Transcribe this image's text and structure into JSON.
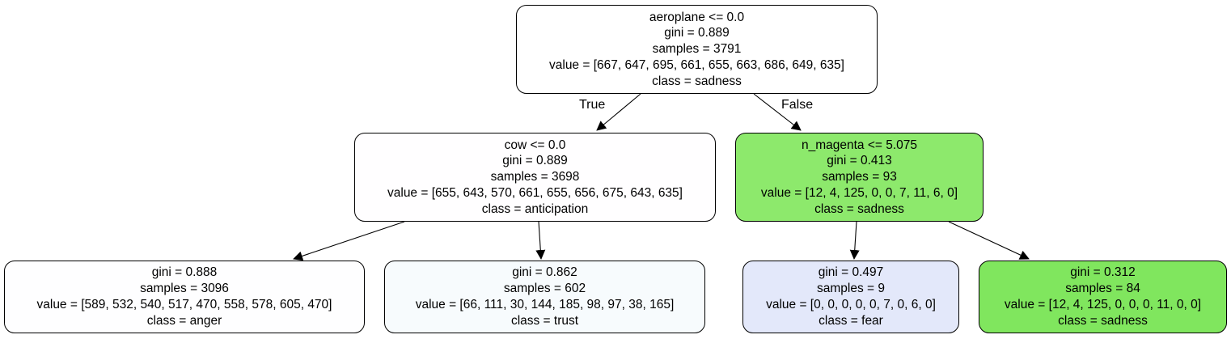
{
  "tree": {
    "nodes": {
      "root": {
        "lines": [
          "aeroplane <= 0.0",
          "gini = 0.889",
          "samples = 3791",
          "value = [667, 647, 695, 661, 655, 663, 686, 649, 635]",
          "class = sadness"
        ],
        "fill": "#ffffff"
      },
      "left": {
        "lines": [
          "cow <= 0.0",
          "gini = 0.889",
          "samples = 3698",
          "value = [655, 643, 570, 661, 655, 656, 675, 643, 635]",
          "class = anticipation"
        ],
        "fill": "#fffeff"
      },
      "right": {
        "lines": [
          "n_magenta <= 5.075",
          "gini = 0.413",
          "samples = 93",
          "value = [12, 4, 125, 0, 0, 7, 11, 6, 0]",
          "class = sadness"
        ],
        "fill": "#8de96c"
      },
      "ll": {
        "lines": [
          "gini = 0.888",
          "samples = 3096",
          "value = [589, 532, 540, 517, 470, 558, 578, 605, 470]",
          "class = anger"
        ],
        "fill": "#fefeff"
      },
      "lr": {
        "lines": [
          "gini = 0.862",
          "samples = 602",
          "value = [66, 111, 30, 144, 185, 98, 97, 38, 165]",
          "class = trust"
        ],
        "fill": "#f7fbfd"
      },
      "rl": {
        "lines": [
          "gini = 0.497",
          "samples = 9",
          "value = [0, 0, 0, 0, 0, 7, 0, 6, 0]",
          "class = fear"
        ],
        "fill": "#e3e8fa"
      },
      "rr": {
        "lines": [
          "gini = 0.312",
          "samples = 84",
          "value = [12, 4, 125, 0, 0, 0, 11, 0, 0]",
          "class = sadness"
        ],
        "fill": "#80e65e"
      }
    },
    "edge_labels": {
      "true": "True",
      "false": "False"
    }
  }
}
